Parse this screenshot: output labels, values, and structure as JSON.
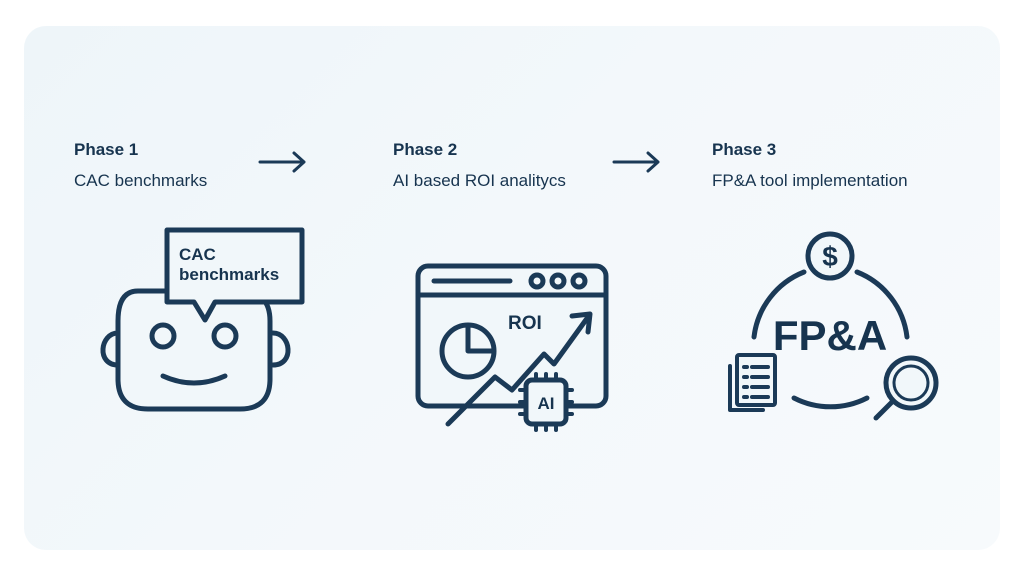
{
  "phases": [
    {
      "title": "Phase 1",
      "subtitle": "CAC benchmarks",
      "illustration_label": "CAC benchmarks",
      "illustration_label_lines": [
        "CAC",
        "benchmarks"
      ]
    },
    {
      "title": "Phase 2",
      "subtitle": "AI based ROI analitycs",
      "roi_label": "ROI",
      "chip_label": "AI"
    },
    {
      "title": "Phase 3",
      "subtitle": "FP&A tool implementation",
      "center_label": "FP&A",
      "coin_symbol": "$"
    }
  ],
  "colors": {
    "ink": "#1b3a57",
    "background": "#f1f7fa"
  },
  "icons": [
    "robot-icon",
    "speech-bubble-icon",
    "browser-window-icon",
    "pie-chart-icon",
    "trend-arrow-icon",
    "ai-chip-icon",
    "dollar-coin-icon",
    "document-checklist-icon",
    "magnifier-icon",
    "arrow-right-icon"
  ]
}
